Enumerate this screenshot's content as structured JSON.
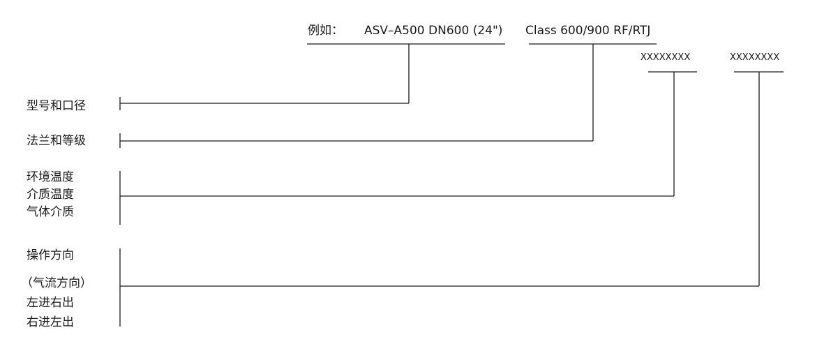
{
  "example": {
    "prefix": "例如：",
    "model_size": "ASV–A500 DN600 (24\")",
    "flange_class": "Class 600/900 RF/RTJ",
    "temp_code": "XXXXXXXX",
    "direction_code": "XXXXXXXX"
  },
  "labels": {
    "model_size": "型号和口径",
    "flange_class": "法兰和等级",
    "temperature": [
      "环境温度",
      "介质温度",
      "气体介质"
    ],
    "direction": [
      "操作方向",
      "（气流方向）",
      "左进右出",
      "右进左出"
    ]
  }
}
